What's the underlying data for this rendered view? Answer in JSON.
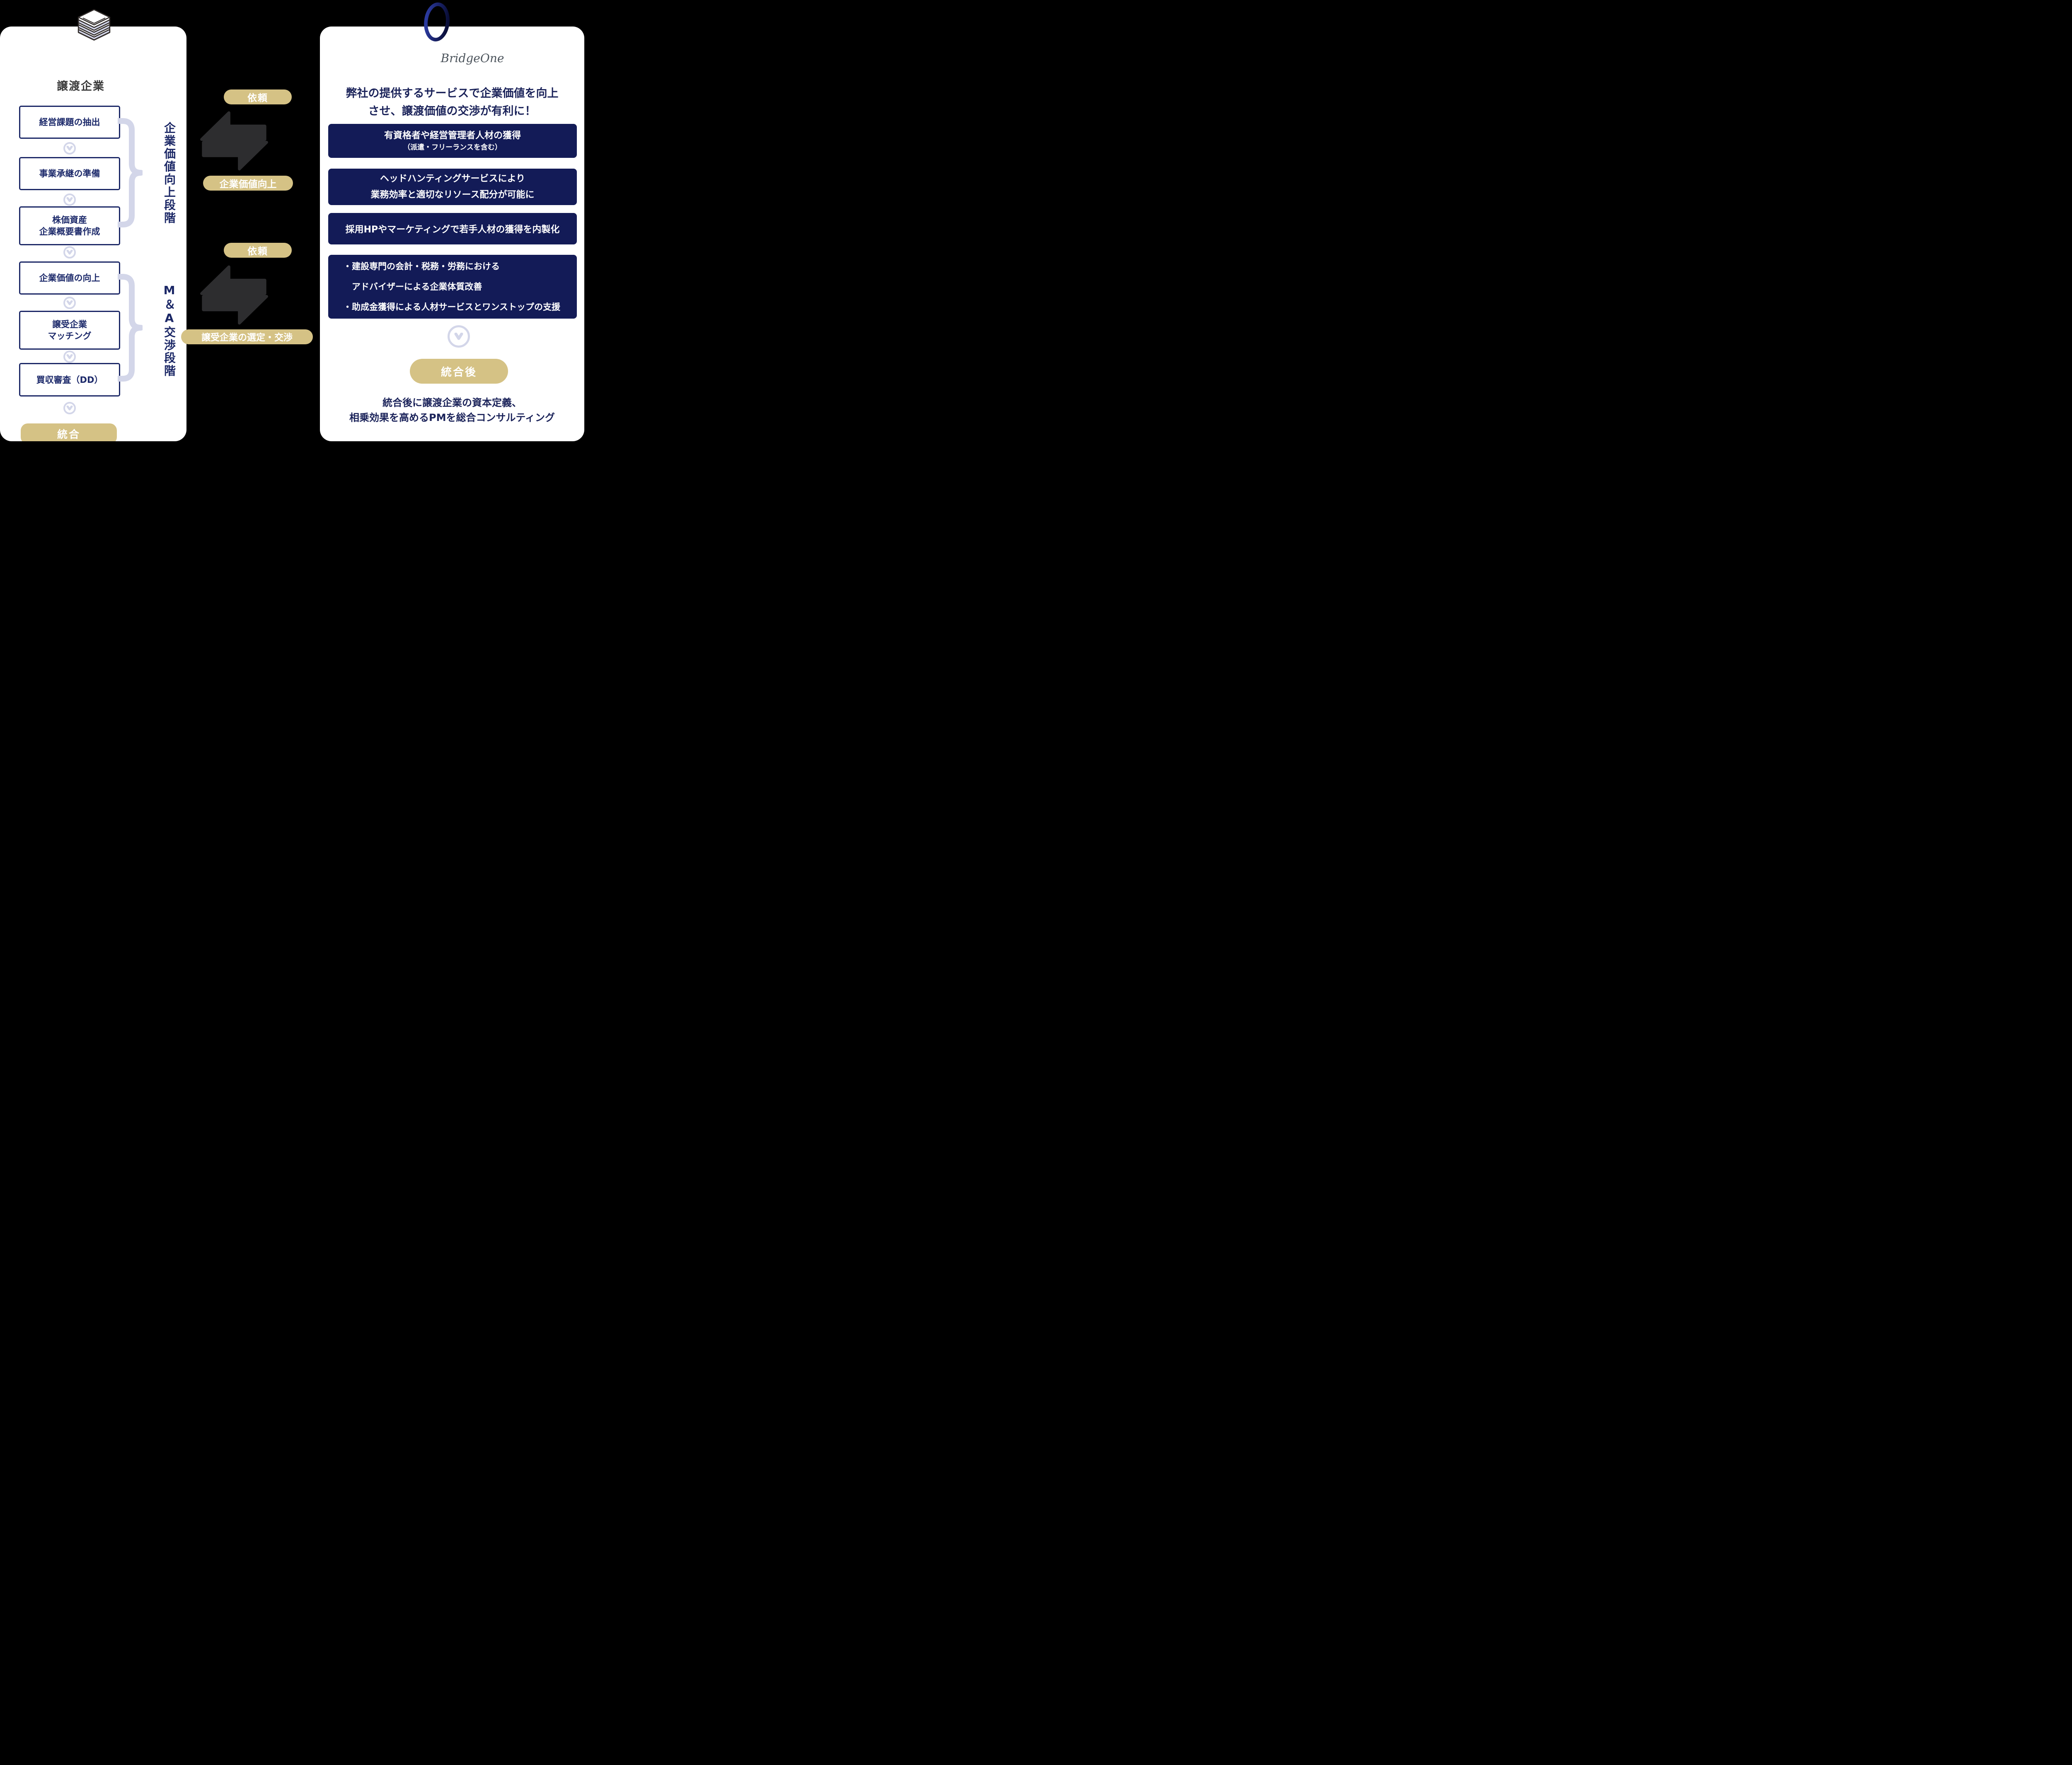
{
  "colors": {
    "background": "#000000",
    "card": "#ffffff",
    "navy_fill": "#131b57",
    "navy_text": "#1a2259",
    "navy_border": "#1b2766",
    "gold": "#d5c285",
    "lavender": "#d3d6e9",
    "arrow_dark": "#2d2d2f",
    "logo_gray": "#4b535b"
  },
  "left_card": {
    "icon": "building-stack-icon",
    "title": "譲渡企業",
    "steps": [
      {
        "line1": "経営課題の抽出",
        "line2": ""
      },
      {
        "line1": "事業承継の準備",
        "line2": ""
      },
      {
        "line1": "株価資産",
        "line2": "企業概要書作成"
      },
      {
        "line1": "企業価値の向上",
        "line2": ""
      },
      {
        "line1": "譲受企業",
        "line2": "マッチング"
      },
      {
        "line1": "買収審査（DD）",
        "line2": ""
      }
    ],
    "integration_label": "統合",
    "phases": [
      {
        "label": "企業価値向上段階"
      },
      {
        "label": "M＆A交渉段階"
      }
    ]
  },
  "middle": {
    "flows": [
      {
        "request": "依頼",
        "result": "企業価値向上"
      },
      {
        "request": "依頼",
        "result": "譲受企業の選定・交渉"
      }
    ]
  },
  "right_card": {
    "logo": "BridgeOne",
    "heading1": "弊社の提供するサービスで企業価値を向上",
    "heading2": "させ、譲渡価値の交渉が有利に！",
    "services": [
      {
        "line1": "有資格者や経営管理者人材の獲得",
        "line2": "（派遣・フリーランスを含む）"
      },
      {
        "line1": "ヘッドハンティングサービスにより",
        "line2": "業務効率と適切なリソース配分が可能に"
      },
      {
        "line1": "採用HPやマーケティングで若手人材の獲得を内製化",
        "line2": ""
      },
      {
        "line1": "・建設専門の会計・税務・労務における",
        "line2": "　アドバイザーによる企業体質改善",
        "line3": "・助成金獲得による人材サービスとワンストップの支援"
      }
    ],
    "post_integration_label": "統合後",
    "footer1": "統合後に譲渡企業の資本定義、",
    "footer2": "相乗効果を高めるPMを総合コンサルティング"
  }
}
